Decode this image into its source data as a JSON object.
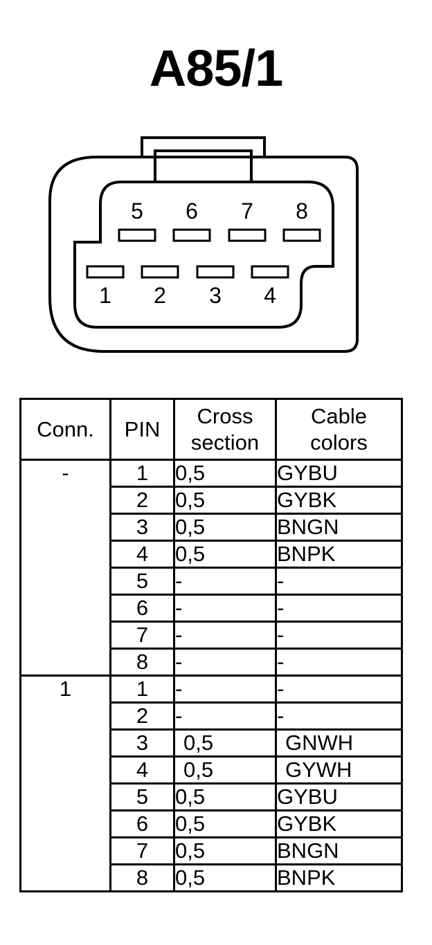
{
  "title": "A85/1",
  "connector": {
    "top_pins": [
      "5",
      "6",
      "7",
      "8"
    ],
    "bottom_pins": [
      "1",
      "2",
      "3",
      "4"
    ]
  },
  "table": {
    "headers": {
      "conn": "Conn.",
      "pin": "PIN",
      "cross_line1": "Cross",
      "cross_line2": "section",
      "colors_line1": "Cable",
      "colors_line2": "colors"
    },
    "groups": [
      {
        "conn": "-",
        "rows": [
          {
            "pin": "1",
            "cross": "0,5",
            "color": "GYBU"
          },
          {
            "pin": "2",
            "cross": "0,5",
            "color": "GYBK"
          },
          {
            "pin": "3",
            "cross": "0,5",
            "color": "BNGN"
          },
          {
            "pin": "4",
            "cross": "0,5",
            "color": "BNPK"
          },
          {
            "pin": "5",
            "cross": "-",
            "color": "-"
          },
          {
            "pin": "6",
            "cross": "-",
            "color": "-"
          },
          {
            "pin": "7",
            "cross": "-",
            "color": "-"
          },
          {
            "pin": "8",
            "cross": "-",
            "color": "-"
          }
        ]
      },
      {
        "conn": "1",
        "rows": [
          {
            "pin": "1",
            "cross": "-",
            "color": "-"
          },
          {
            "pin": "2",
            "cross": "-",
            "color": "-"
          },
          {
            "pin": "3",
            "cross": "0,5",
            "color": "GNWH"
          },
          {
            "pin": "4",
            "cross": "0,5",
            "color": "GYWH"
          },
          {
            "pin": "5",
            "cross": "0,5",
            "color": "GYBU"
          },
          {
            "pin": "6",
            "cross": "0,5",
            "color": "GYBK"
          },
          {
            "pin": "7",
            "cross": "0,5",
            "color": "BNGN"
          },
          {
            "pin": "8",
            "cross": "0,5",
            "color": "BNPK"
          }
        ]
      }
    ]
  }
}
